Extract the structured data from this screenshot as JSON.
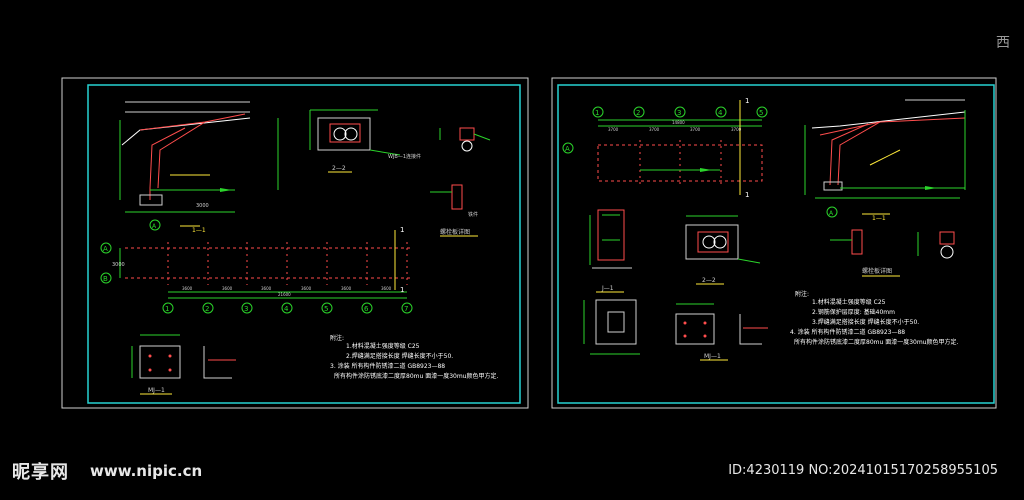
{
  "corner_glyph": "西",
  "watermark": {
    "logo": "昵享网",
    "url": "www.nipic.cn",
    "id": "ID:4230119 NO:20241015170258955105"
  },
  "left_sheet": {
    "section_label": "1—1",
    "axis_rows": [
      "A",
      "B"
    ],
    "axis_cols": [
      "1",
      "2",
      "3",
      "4",
      "5",
      "6",
      "7"
    ],
    "bay_dims": [
      "3600",
      "3600",
      "3600",
      "3600",
      "3600",
      "3600"
    ],
    "total_dim": "21600",
    "row_dim": "3000",
    "side_dim": "3000",
    "section_22": "2—2",
    "plate_title": "螺栓板详图",
    "mj_label": "MJ—1",
    "beam_note": "WJB—1连接件",
    "notes_title": "附注:",
    "notes": [
      "1.材料混凝土强度等级 C25",
      "2.焊缝满足搭接长度 焊缝长度不小于50.",
      "3. 涂装 所有构件防锈漆二道 GB8923—88",
      "所有构件涂防锈底漆二度厚80mu 面漆一度30mu颜色甲方定."
    ]
  },
  "right_sheet": {
    "axis_rows": [
      "A"
    ],
    "axis_cols": [
      "1",
      "2",
      "3",
      "4",
      "5"
    ],
    "bay_dims": [
      "3700",
      "3700",
      "3700",
      "3700"
    ],
    "total_dim": "14800",
    "section_label": "1—1",
    "section_22": "2—2",
    "section_jj": "J—1",
    "plate_title": "螺栓板详图",
    "mj_label": "MJ—1",
    "notes_title": "附注:",
    "notes": [
      "1.材料混凝土强度等级 C25",
      "2.钢筋保护层厚度: 基础40mm",
      "3.焊缝满足搭接长度 焊缝长度不小于50.",
      "4. 涂装 所有构件防锈漆二道 GB8923—88",
      "所有构件涂防锈底漆二度厚80mu 面漆一度30mu颜色甲方定."
    ]
  }
}
